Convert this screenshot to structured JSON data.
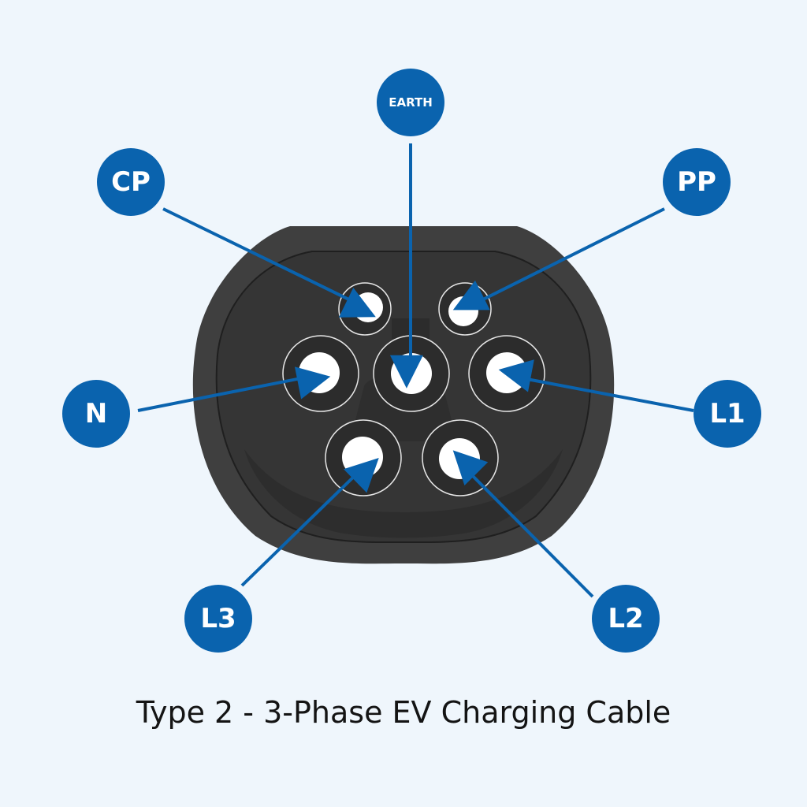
{
  "title": "Type 2 - 3-Phase EV Charging Cable",
  "colors": {
    "background": "#eff6fc",
    "badge": "#0a63ae",
    "arrow": "#0a63ae",
    "plug_body": "#3f3f3f",
    "plug_face": "#363636",
    "pin": "#ffffff"
  },
  "pins": [
    {
      "id": "earth",
      "label": "EARTH"
    },
    {
      "id": "cp",
      "label": "CP"
    },
    {
      "id": "pp",
      "label": "PP"
    },
    {
      "id": "n",
      "label": "N"
    },
    {
      "id": "l1",
      "label": "L1"
    },
    {
      "id": "l3",
      "label": "L3"
    },
    {
      "id": "l2",
      "label": "L2"
    }
  ]
}
